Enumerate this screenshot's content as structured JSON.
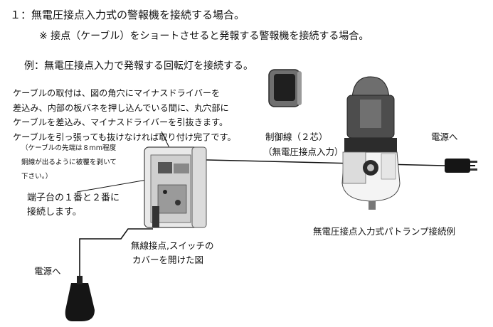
{
  "heading": "１：無電圧接点入力式の警報機を接続する場合。",
  "subheading": "※ 接点（ケーブル）をショートさせると発報する警報機を接続する場合。",
  "example": "例：無電圧接点入力で発報する回転灯を接続する。",
  "instructions": [
    "ケーブルの取付は、図の角穴にマイナスドライバーを",
    "差込み、内部の板バネを押し込んでいる間に、丸穴部に",
    "ケーブルを差込み、マイナスドライバーを引抜きます。",
    "ケーブルを引っ張っても抜けなければ取り付け完了です。"
  ],
  "note": [
    "（ケーブルの先端は８mm程度",
    "銅線が出るように被覆を剥いて",
    "下さい。）"
  ],
  "terminal_label": [
    "端子台の１番と２番に",
    "接続します。"
  ],
  "wire_label": [
    "制御線（２芯）",
    "（無電圧接点入力）"
  ],
  "power_right": "電源へ",
  "power_left": "電源へ",
  "switch_caption": [
    "無線接点,スイッチの",
    "カバーを開けた図"
  ],
  "lamp_caption": "無電圧接点入力式パトランプ接続例"
}
